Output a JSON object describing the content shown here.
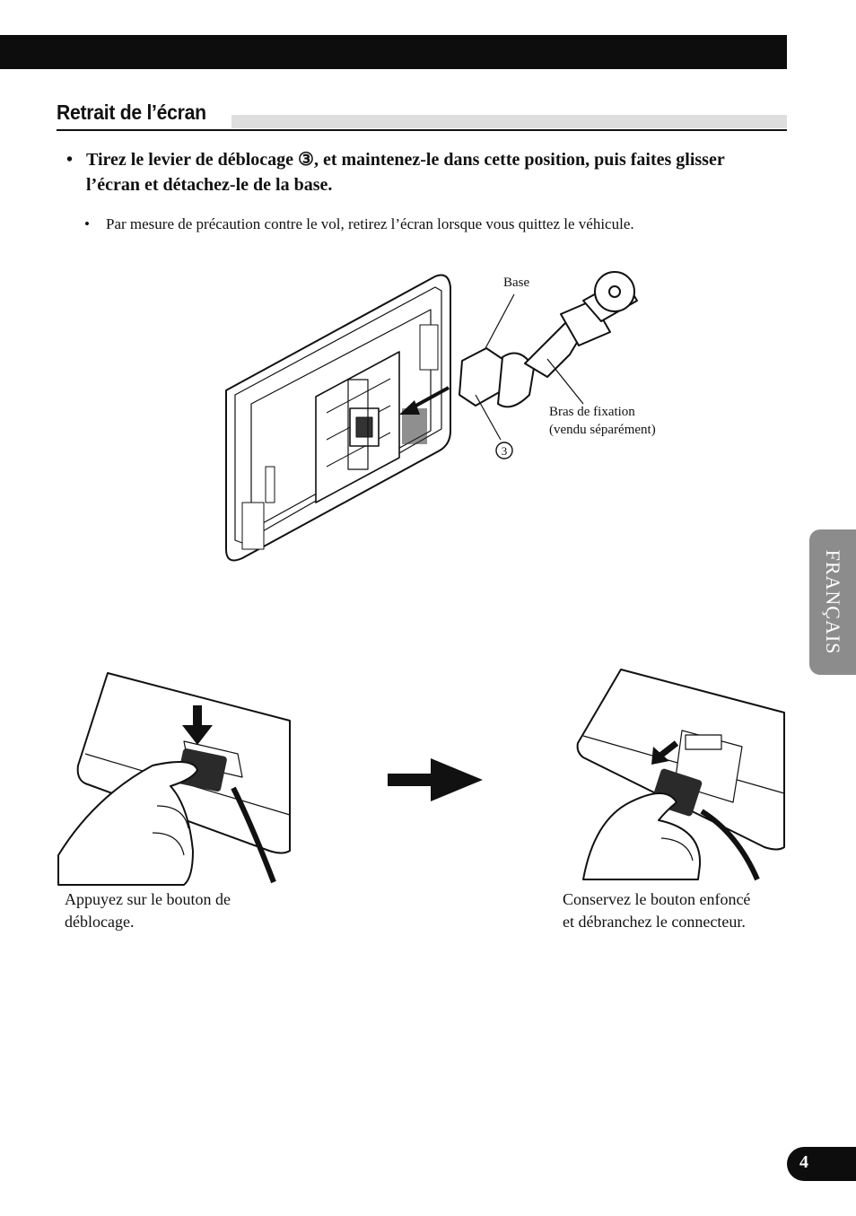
{
  "section": {
    "title": "Retrait de l’écran"
  },
  "step": {
    "bullet": "•",
    "text": "Tirez le levier de déblocage ③, et maintenez-le dans cette position, puis faites glisser l’écran et détachez-le de la base."
  },
  "note": {
    "bullet": "•",
    "text": "Par mesure de précaution contre le vol, retirez l’écran lorsque vous quittez le véhicule."
  },
  "figure": {
    "label_base": "Base",
    "label_arm_line1": "Bras de fixation",
    "label_arm_line2": "(vendu séparément)",
    "callout_number": "3"
  },
  "captions": {
    "left_line1": "Appuyez sur le bouton de",
    "left_line2": "déblocage.",
    "right_line1": "Conservez le bouton enfoncé",
    "right_line2": "et débranchez le connecteur."
  },
  "side_tab": {
    "language": "FRANÇAIS"
  },
  "footer": {
    "page_number": "4"
  }
}
